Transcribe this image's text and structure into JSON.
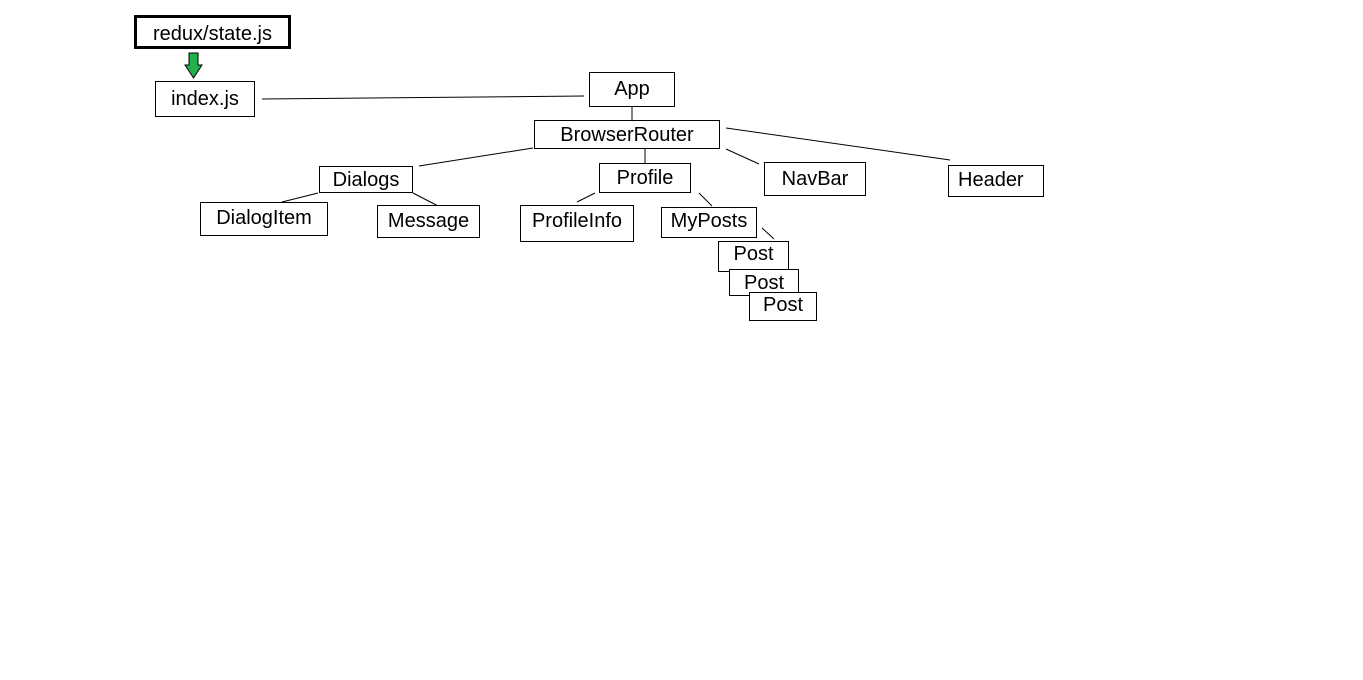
{
  "diagram": {
    "nodes": {
      "state": "redux/state.js",
      "index": "index.js",
      "app": "App",
      "router": "BrowserRouter",
      "dialogs": "Dialogs",
      "profile": "Profile",
      "navbar": "NavBar",
      "header": "Header",
      "dialog_item": "DialogItem",
      "message": "Message",
      "profile_info": "ProfileInfo",
      "my_posts": "MyPosts",
      "post_1": "Post",
      "post_2": "Post",
      "post_3": "Post"
    },
    "edges": [
      [
        "state",
        "index"
      ],
      [
        "index",
        "app"
      ],
      [
        "app",
        "router"
      ],
      [
        "router",
        "dialogs"
      ],
      [
        "router",
        "profile"
      ],
      [
        "router",
        "navbar"
      ],
      [
        "router",
        "header"
      ],
      [
        "dialogs",
        "dialog_item"
      ],
      [
        "dialogs",
        "message"
      ],
      [
        "profile",
        "profile_info"
      ],
      [
        "profile",
        "my_posts"
      ],
      [
        "my_posts",
        "post_1"
      ]
    ],
    "colors": {
      "arrow_fill": "#22b14c",
      "line": "#000000",
      "background": "#ffffff"
    }
  }
}
